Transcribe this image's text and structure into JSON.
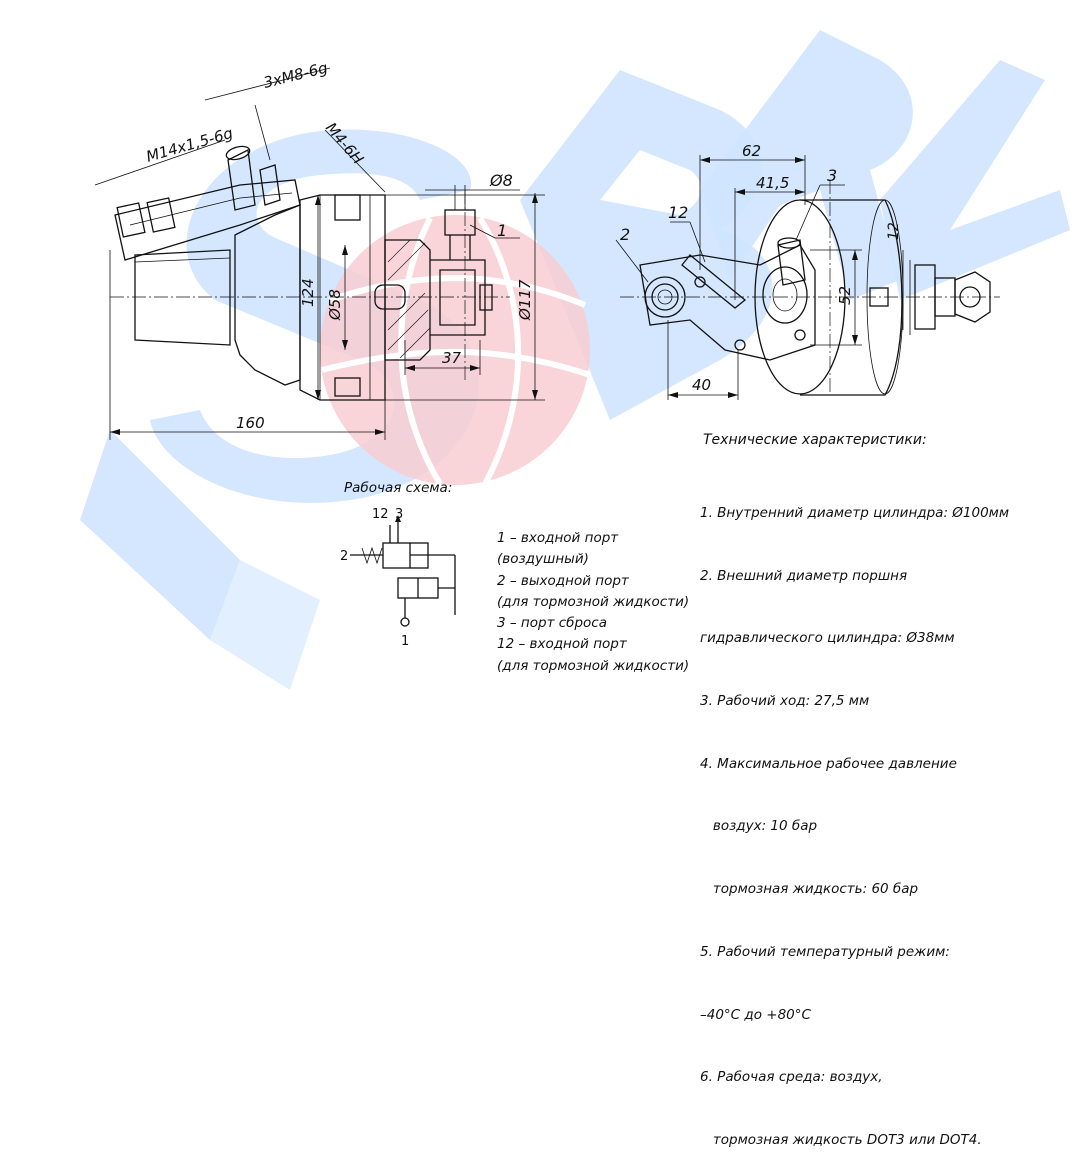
{
  "watermark": {
    "letters": "SBRL",
    "color_blue": "#cfe4ff",
    "color_red": "#f8cdd2"
  },
  "dimensions": {
    "thread_m14": "M14x1,5-6g",
    "thread_3xm8": "3xM8-6g",
    "thread_m4": "M4-6H",
    "dia_8": "Ø8",
    "dia_58": "Ø58",
    "dia_117": "Ø117",
    "dim_124": "124",
    "dim_37": "37",
    "dim_160": "160",
    "dim_62": "62",
    "dim_41_5": "41,5",
    "dim_52": "52",
    "dim_12": "12",
    "dim_40": "40"
  },
  "callouts": {
    "port_1": "1",
    "port_2": "2",
    "port_3": "3",
    "port_12": "12"
  },
  "scheme": {
    "title": "Рабочая схема:",
    "label_12": "12",
    "label_3": "3",
    "label_2": "2",
    "label_1": "1"
  },
  "legend": [
    "1 – входной порт",
    "(воздушный)",
    "2 – выходной порт",
    "(для тормозной жидкости)",
    "3 – порт сброса",
    "12 – входной порт",
    "(для тормозной жидкости)"
  ],
  "specs": {
    "title": "Технические характеристики:",
    "lines": [
      "1. Внутренний диаметр цилиндра: Ø100мм",
      "2. Внешний диаметр поршня",
      "гидравлического цилиндра: Ø38мм",
      "3. Рабочий ход: 27,5 мм",
      "4. Максимальное рабочее давление",
      "   воздух: 10 бар",
      "   тормозная жидкость: 60 бар",
      "5. Рабочий температурный режим:",
      "–40°С до +80°С",
      "6. Рабочая среда: воздух,",
      "   тормозная жидкость DOT3 или DOT4."
    ]
  }
}
